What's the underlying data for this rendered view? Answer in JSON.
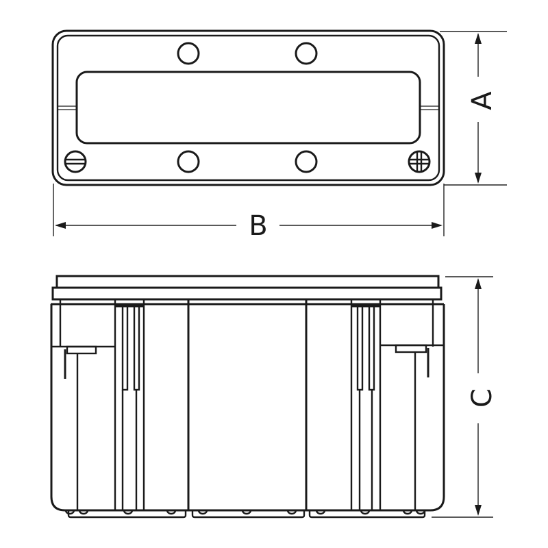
{
  "diagram": {
    "title": "Junction box dimensional drawing",
    "stroke_color": "#1a1a1a",
    "background": "#ffffff",
    "views": [
      {
        "name": "top-view",
        "description": "Lid / top view with 4 mounting holes, 2 screws"
      },
      {
        "name": "side-view",
        "description": "Front elevation of box body"
      }
    ],
    "dimensions": {
      "A": {
        "label": "A",
        "meaning": "width (top view height)",
        "orientation": "vertical"
      },
      "B": {
        "label": "B",
        "meaning": "length",
        "orientation": "horizontal"
      },
      "C": {
        "label": "C",
        "meaning": "depth (side view height)",
        "orientation": "vertical"
      }
    },
    "screws": [
      {
        "name": "slotted-screw",
        "position": "bottom-left"
      },
      {
        "name": "phillips-screw",
        "position": "bottom-right"
      }
    ],
    "holes_count": 4
  }
}
